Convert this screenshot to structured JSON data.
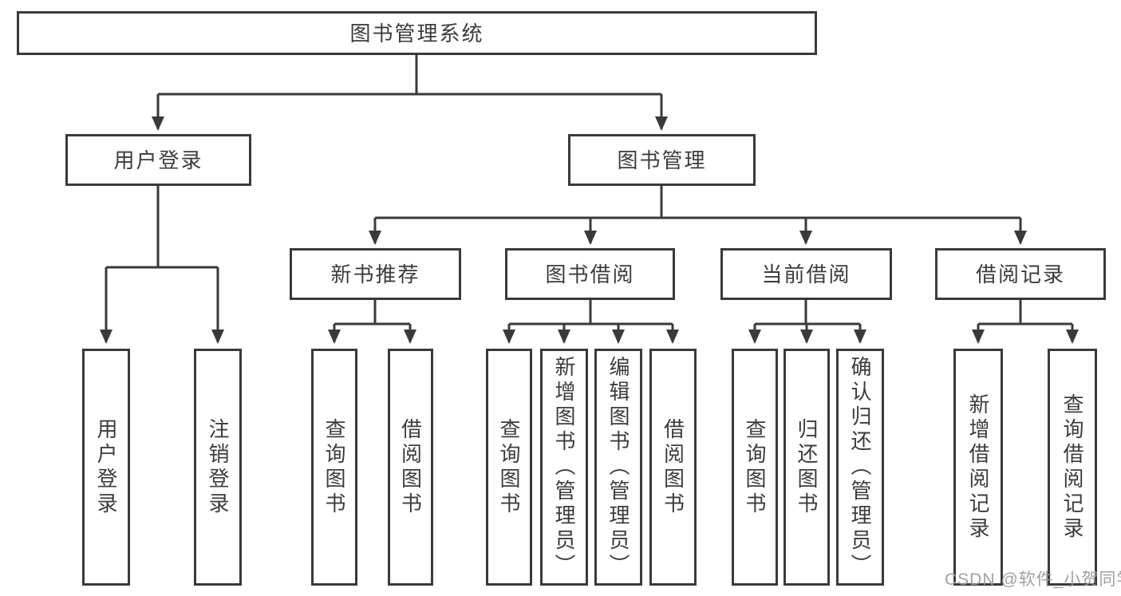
{
  "diagram": {
    "type": "hierarchy-tree",
    "tree": {
      "label": "图书管理系统",
      "children": [
        {
          "label": "用户登录",
          "children": [
            {
              "label": "用户登录"
            },
            {
              "label": "注销登录"
            }
          ]
        },
        {
          "label": "图书管理",
          "children": [
            {
              "label": "新书推荐",
              "children": [
                {
                  "label": "查询图书"
                },
                {
                  "label": "借阅图书"
                }
              ]
            },
            {
              "label": "图书借阅",
              "children": [
                {
                  "label": "查询图书"
                },
                {
                  "label": "新增图书（管理员）"
                },
                {
                  "label": "编辑图书（管理员）"
                },
                {
                  "label": "借阅图书"
                }
              ]
            },
            {
              "label": "当前借阅",
              "children": [
                {
                  "label": "查询图书"
                },
                {
                  "label": "归还图书"
                },
                {
                  "label": "确认归还（管理员）"
                }
              ]
            },
            {
              "label": "借阅记录",
              "children": [
                {
                  "label": "新增借阅记录"
                },
                {
                  "label": "查询借阅记录"
                }
              ]
            }
          ]
        }
      ]
    },
    "colors": {
      "line": "#3a3a3a",
      "box_border": "#3a3a3a",
      "text": "#3c3c3c",
      "background": "#ffffff",
      "watermark": "#9b9b9b"
    }
  },
  "watermark": {
    "text": "CSDN @软件_小贺同学"
  }
}
